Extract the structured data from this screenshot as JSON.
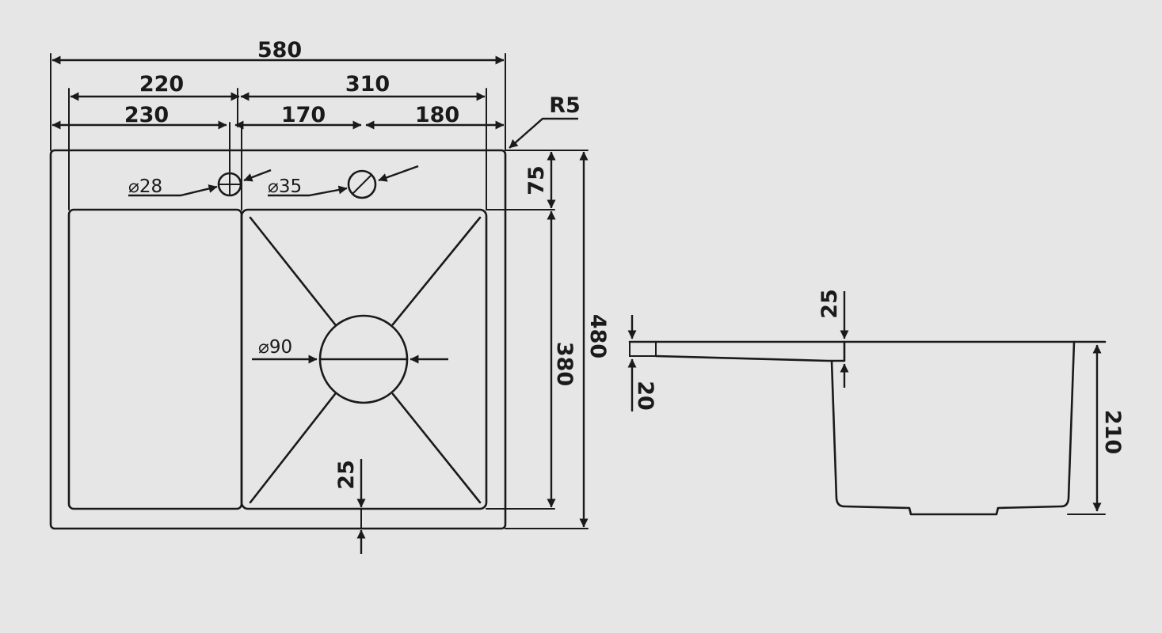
{
  "top_view": {
    "dims": {
      "overall_width": "580",
      "left_to_tap": "220",
      "tap_to_right": "310",
      "left_to_bowl": "230",
      "bowl_to_hole": "170",
      "hole_to_right": "180",
      "corner_radius": "R5",
      "rear_margin": "75",
      "bowl_depth": "380",
      "overall_depth": "480",
      "front_margin": "25"
    },
    "holes": {
      "tap_hole": "⌀28",
      "dispenser_hole": "⌀35",
      "drain": "⌀90"
    }
  },
  "side_view": {
    "dims": {
      "rim_depth": "25",
      "deck_thickness": "20",
      "bowl_height": "210"
    }
  },
  "colors": {
    "background": "#e6e6e6",
    "line": "#1a1a1a"
  }
}
